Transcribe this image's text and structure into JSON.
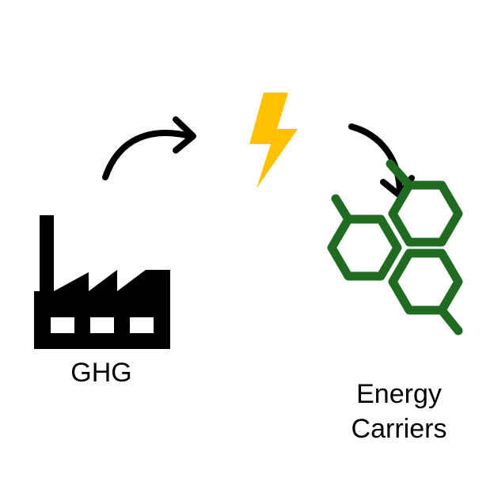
{
  "labels": {
    "source": "GHG",
    "product_line1": "Energy",
    "product_line2": "Carriers"
  },
  "icons": {
    "source": "factory-icon",
    "energy": "lightning-bolt-icon",
    "product": "molecule-icon",
    "arrows": [
      "curved-arrow-icon",
      "curved-arrow-icon"
    ]
  },
  "colors": {
    "factory": "#000000",
    "lightning": "#FFC000",
    "molecule": "#1E6B21",
    "arrows": "#000000",
    "text": "#000000"
  }
}
